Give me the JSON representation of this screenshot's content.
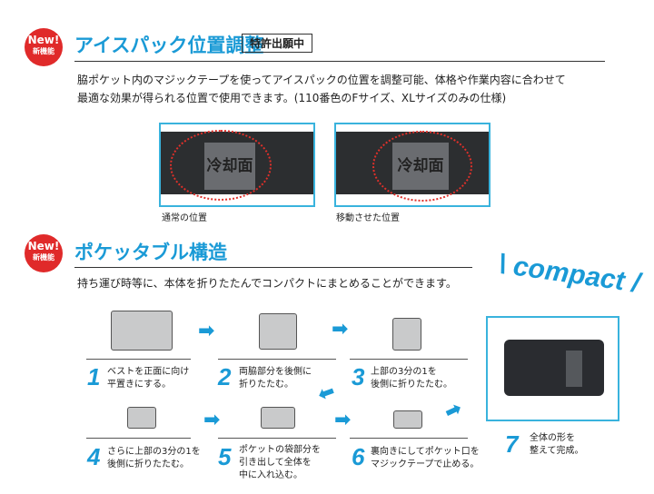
{
  "section1": {
    "badge_new": "New!",
    "badge_sub": "新機能",
    "title": "アイスパック位置調整",
    "patent": "特許出願中",
    "lines": [
      "脇ポケット内のマジックテープを使ってアイスパックの位置を調整可能、体格や作業内容に合わせて",
      "最適な効果が得られる位置で使用できます。(110番色のFサイズ、XLサイズのみの仕様)"
    ],
    "photos": [
      {
        "label": "冷却面",
        "caption": "通常の位置"
      },
      {
        "label": "冷却面",
        "caption": "移動させた位置"
      }
    ]
  },
  "section2": {
    "badge_new": "New!",
    "badge_sub": "新機能",
    "title": "ポケッタブル構造",
    "description": "持ち運び時等に、本体を折りたたんでコンパクトにまとめることができます。",
    "compact": "compact",
    "steps": [
      {
        "num": "1",
        "lines": [
          "ベストを正面に向け",
          "平置きにする。"
        ]
      },
      {
        "num": "2",
        "lines": [
          "両脇部分を後側に",
          "折りたたむ。"
        ]
      },
      {
        "num": "3",
        "lines": [
          "上部の3分の1を",
          "後側に折りたたむ。"
        ]
      },
      {
        "num": "4",
        "lines": [
          "さらに上部の3分の1を",
          "後側に折りたたむ。"
        ]
      },
      {
        "num": "5",
        "lines": [
          "ポケットの袋部分を",
          "引き出して全体を",
          "中に入れ込む。"
        ]
      },
      {
        "num": "6",
        "lines": [
          "裏向きにしてポケット口を",
          "マジックテープで止める。"
        ]
      },
      {
        "num": "7",
        "lines": [
          "全体の形を",
          "整えて完成。"
        ]
      }
    ]
  }
}
